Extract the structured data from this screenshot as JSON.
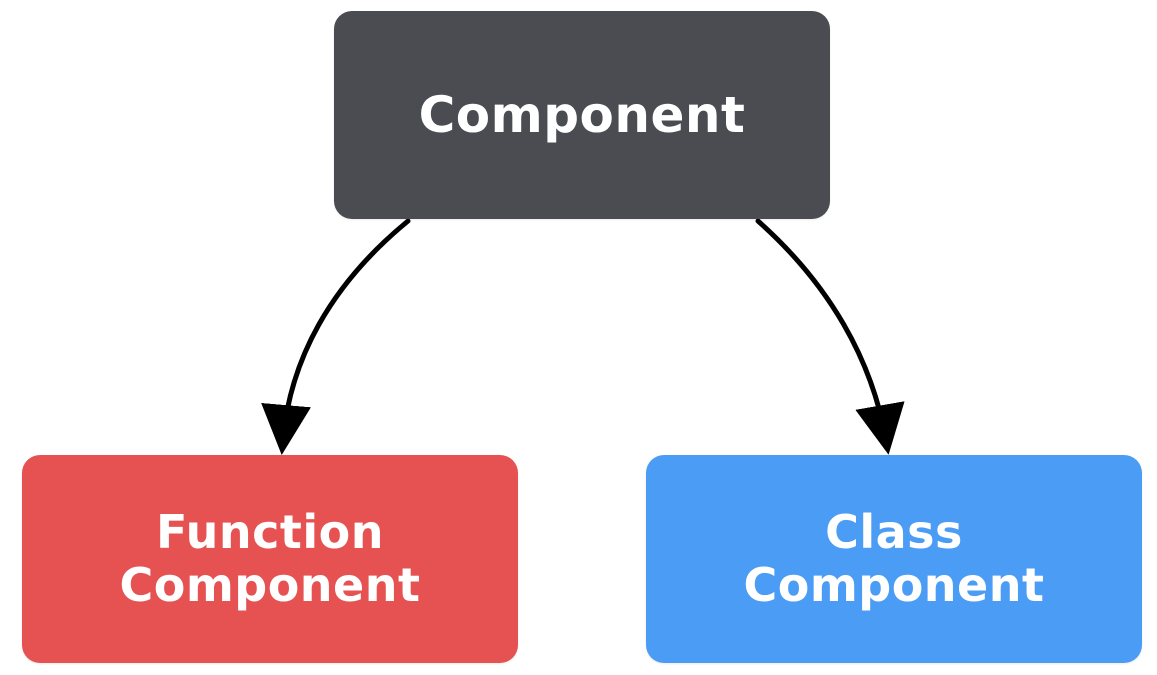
{
  "diagram": {
    "root": {
      "lines": [
        "Component"
      ],
      "color": "#4a4c52"
    },
    "children": [
      {
        "lines": [
          "Function",
          "Component"
        ],
        "color": "#e65251"
      },
      {
        "lines": [
          "Class",
          "Component"
        ],
        "color": "#4b9cf5"
      }
    ],
    "edges": [
      {
        "from": "root",
        "to": "Function Component"
      },
      {
        "from": "root",
        "to": "Class Component"
      }
    ],
    "edge_color": "#000000"
  }
}
